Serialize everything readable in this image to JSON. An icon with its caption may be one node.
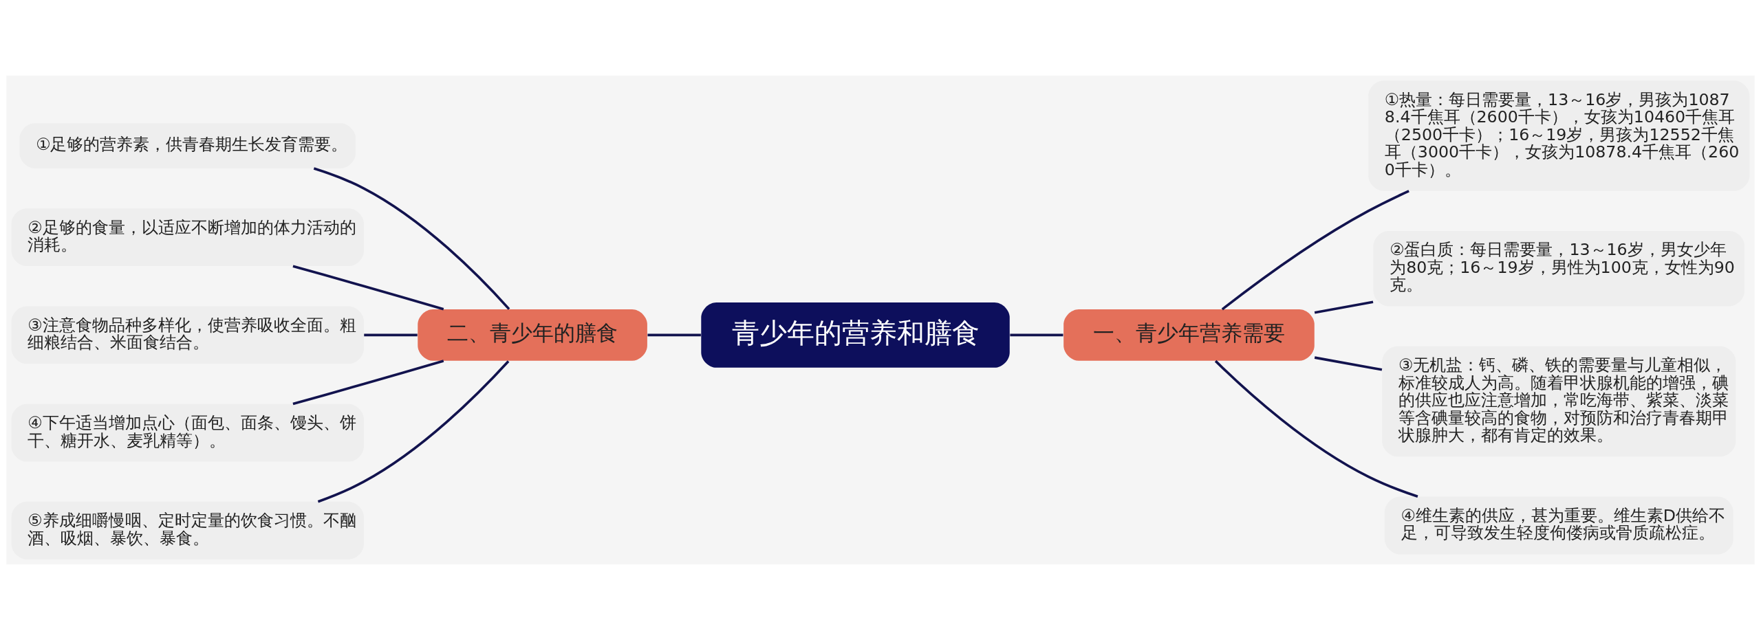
{
  "diagram": {
    "nodes": [
      {
        "text": [
          "青少年的营养和膳食"
        ]
      },
      {
        "text": [
          "一、青少年营养需要"
        ]
      },
      {
        "text": [
          "①热量：每日需要量，13～16岁，男孩为10878.4千焦耳（2600千卡），女孩为10460千焦耳（2500千卡）；16～19岁，男孩为12552千焦耳（3000千卡），女孩为10878.4千焦耳（2600千卡）。"
        ]
      },
      {
        "text": [
          "②蛋白质：每日需要量，13～16岁，男女少年为80克；16～19岁，男性为100克，女性为90克。"
        ]
      },
      {
        "text": [
          "③无机盐：钙、磷、铁的需要量与儿童相似，标准较成人为高。随着甲状腺机能的增强，碘的供应也应注意增加，常吃海带、紫菜、淡菜等含碘量较高的食物，对预防和治疗青春期甲状腺肿大，都有肯定的效果。"
        ]
      },
      {
        "text": [
          "④维生素的供应，甚为重要。维生素D供给不足，可导致发生轻度佝偻病或骨质疏松症。"
        ]
      },
      {
        "text": [
          "二、青少年的膳食"
        ]
      },
      {
        "text": [
          "①足够的营养素，供青春期生长发育需要。"
        ]
      },
      {
        "text": [
          "②足够的食量，以适应不断增加的体力活动的消耗。"
        ]
      },
      {
        "text": [
          "③注意食物品种多样化，使营养吸收全面。粗细粮结合、米面食结合。"
        ]
      },
      {
        "text": [
          "④下午适当增加点心（面包、面条、馒头、饼干、糖开水、麦乳精等）。"
        ]
      },
      {
        "text": [
          "⑤养成细嚼慢咽、定时定量的饮食习惯。不酗酒、吸烟、暴饮、暴食。"
        ]
      }
    ],
    "edges": [
      {
        "from": 0,
        "to": 1,
        "arrow": "none"
      },
      {
        "from": 1,
        "to": 2,
        "arrow": "none"
      },
      {
        "from": 1,
        "to": 3,
        "arrow": "none"
      },
      {
        "from": 1,
        "to": 4,
        "arrow": "none"
      },
      {
        "from": 1,
        "to": 5,
        "arrow": "none"
      },
      {
        "from": 0,
        "to": 6,
        "arrow": "none"
      },
      {
        "from": 6,
        "to": 7,
        "arrow": "none"
      },
      {
        "from": 6,
        "to": 8,
        "arrow": "none"
      },
      {
        "from": 6,
        "to": 9,
        "arrow": "none"
      },
      {
        "from": 6,
        "to": 10,
        "arrow": "none"
      },
      {
        "from": 6,
        "to": 11,
        "arrow": "none"
      }
    ]
  }
}
